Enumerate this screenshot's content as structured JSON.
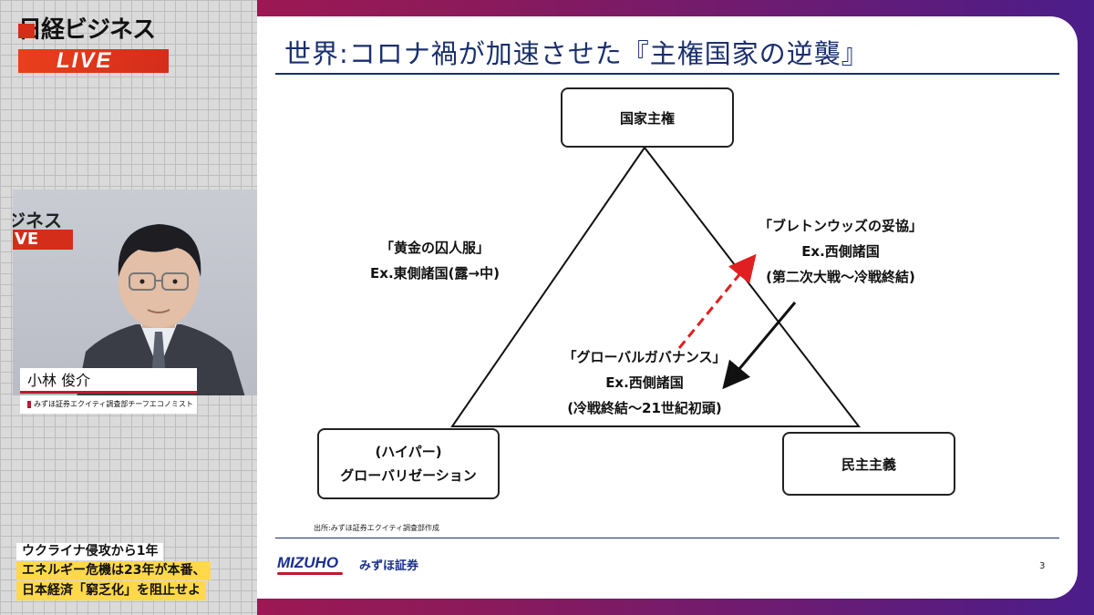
{
  "broadcast": {
    "logo_text": "日経ビジネス",
    "logo_live": "LIVE",
    "video_bg_text": "ジネス",
    "video_bg_live": "VE",
    "speaker_name": "小林 俊介",
    "speaker_title": "みずほ証券エクイティ調査部チーフエコノミスト",
    "ticker_line1": "ウクライナ侵攻から1年",
    "ticker_line2": "エネルギー危機は23年が本番、",
    "ticker_line3": "日本経済「窮乏化」を阻止せよ"
  },
  "slide": {
    "title": "世界:コロナ禍が加速させた『主権国家の逆襲』",
    "nodes": {
      "top": "国家主権",
      "bottom_left_line1": "(ハイパー)",
      "bottom_left_line2": "グローバリゼーション",
      "bottom_right": "民主主義"
    },
    "labels": {
      "left_line1": "「黄金の囚人服」",
      "left_line2": "Ex.東側諸国(露→中)",
      "right_line1": "「ブレトンウッズの妥協」",
      "right_line2": "Ex.西側諸国",
      "right_line3": "(第二次大戦〜冷戦終結)",
      "center_line1": "「グローバルガバナンス」",
      "center_line2": "Ex.西側諸国",
      "center_line3": "(冷戦終結〜21世紀初頭)"
    },
    "source": "出所:みずほ証券エクイティ調査部作成",
    "footer_logo": "MIZUHO",
    "footer_company": "みずほ証券",
    "page_number": "3"
  },
  "colors": {
    "accent_navy": "#1a2f6e",
    "accent_red": "#c0182f",
    "ticker_yellow": "#ffd94a",
    "arrow_red": "#e02020"
  }
}
